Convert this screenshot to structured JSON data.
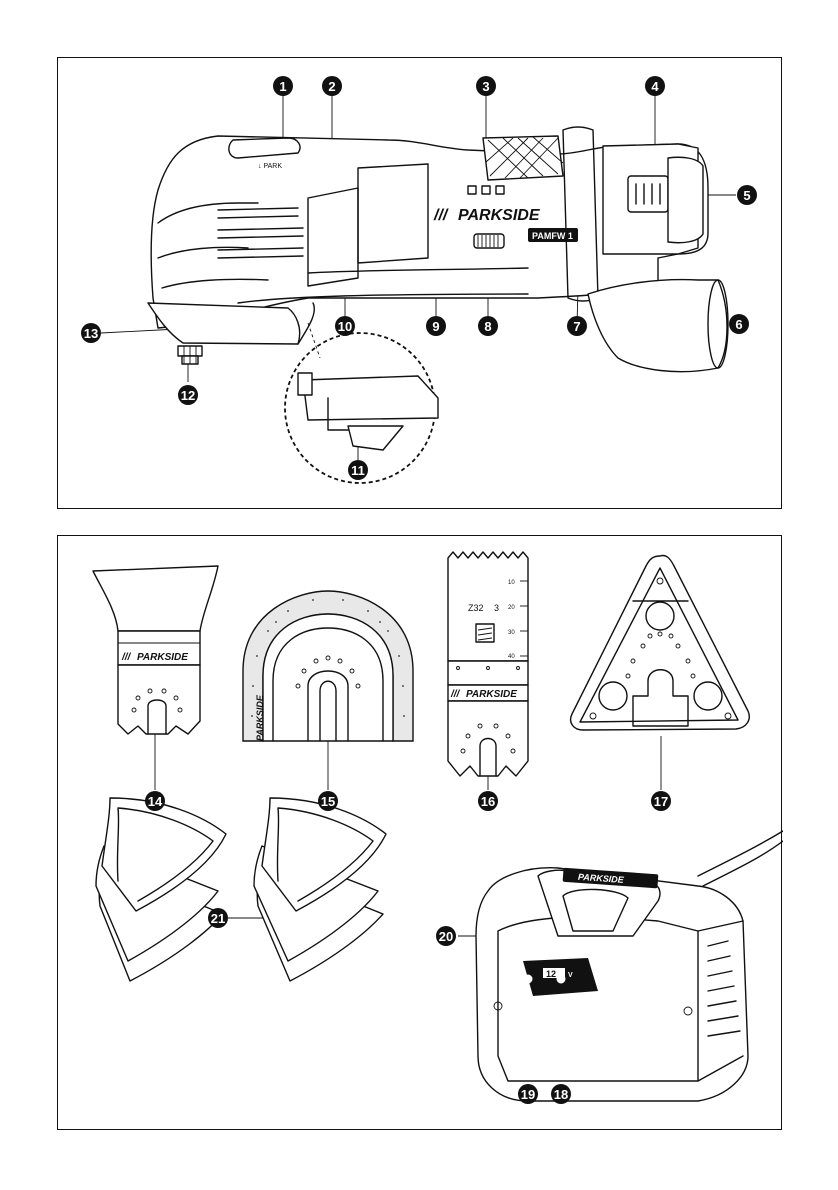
{
  "brand": {
    "name": "PARKSIDE",
    "slashes": "///",
    "model": "PAMFW 1",
    "trigger_mark": "↓ PARK",
    "blade_marks": [
      "Z32",
      "3"
    ],
    "blade_scale": [
      "10",
      "20",
      "30",
      "40"
    ],
    "charger_voltage": "12",
    "charger_unit": "V"
  },
  "callouts_top": [
    "1",
    "2",
    "3",
    "4",
    "5",
    "6",
    "7",
    "8",
    "9",
    "10",
    "11",
    "12",
    "13"
  ],
  "callouts_bottom": [
    "14",
    "15",
    "16",
    "17",
    "18",
    "19",
    "20",
    "21"
  ]
}
